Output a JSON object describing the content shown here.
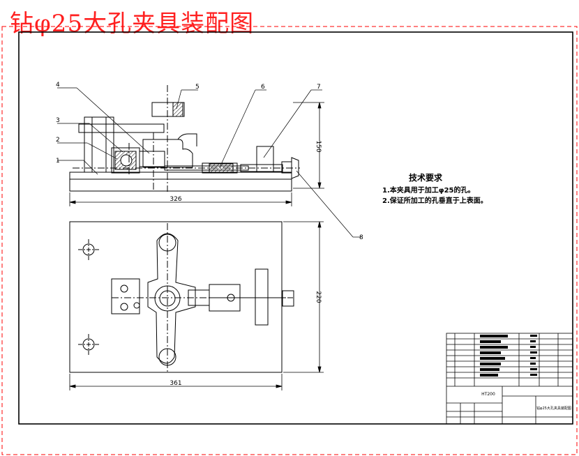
{
  "title": "钻φ25大孔夹具装配图",
  "technical_requirements": {
    "heading": "技术要求",
    "items": [
      "1.本夹具用于加工φ25的孔。",
      "2.保证所加工的孔垂直于上表面。"
    ]
  },
  "dimensions": {
    "front_height": "150",
    "front_width": "326",
    "plan_height": "220",
    "plan_width": "361"
  },
  "balloons": [
    "1",
    "2",
    "3",
    "4",
    "5",
    "6",
    "7",
    "8"
  ],
  "title_block": {
    "drawing_no": "HT200",
    "drawing_name": "钻φ25大孔夹具装配图"
  },
  "colors": {
    "title": "#ff2020",
    "line": "#000000",
    "dash": "#ff0000"
  }
}
